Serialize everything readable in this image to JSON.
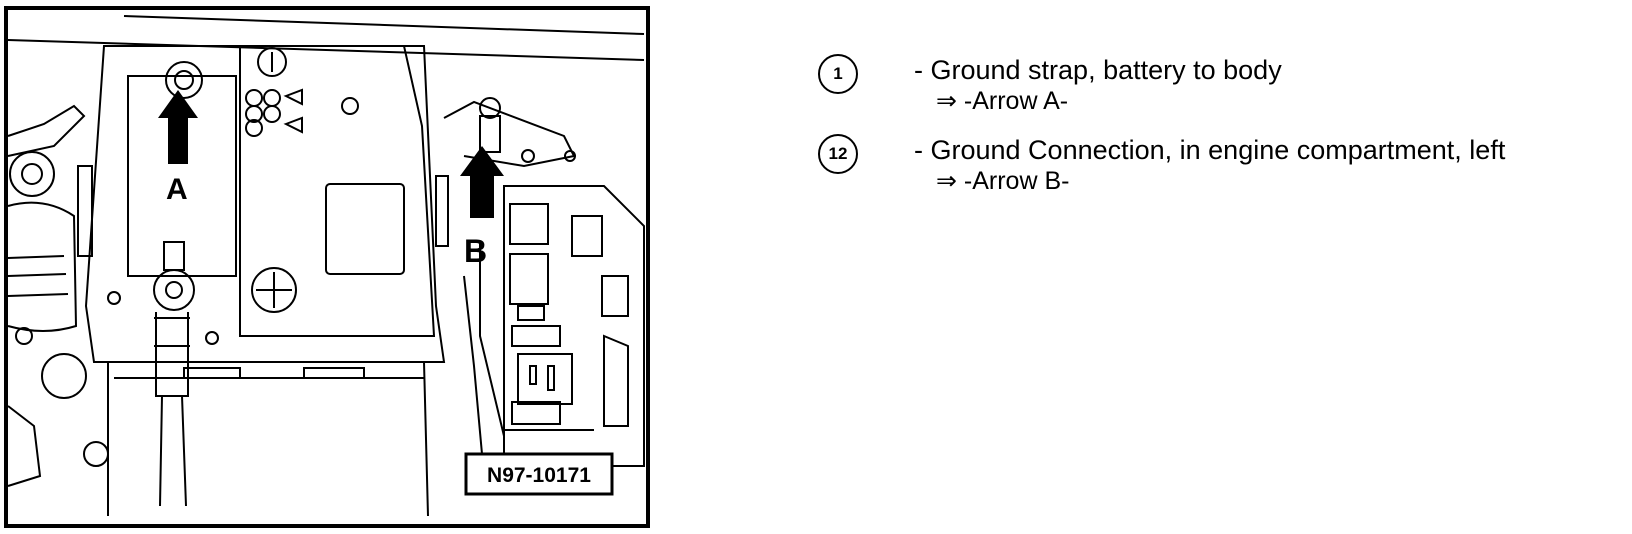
{
  "figure": {
    "label_a": "A",
    "label_b": "B",
    "figure_id": "N97-10171"
  },
  "legend": {
    "items": [
      {
        "number": "1",
        "text": "- Ground strap, battery to body",
        "ref": "⇒ -Arrow A-"
      },
      {
        "number": "12",
        "text": "- Ground Connection, in engine compartment, left",
        "ref": "⇒ -Arrow B-"
      }
    ]
  },
  "colors": {
    "ink": "#000000",
    "paper": "#ffffff"
  }
}
